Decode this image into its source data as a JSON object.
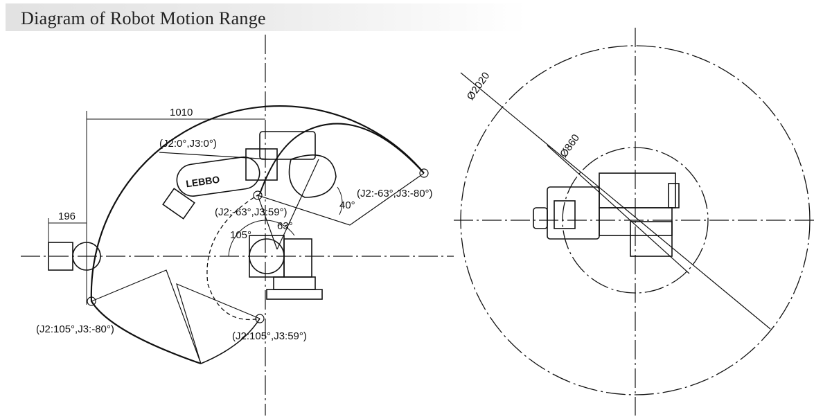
{
  "header": {
    "title": "Diagram of Robot Motion Range"
  },
  "side_view": {
    "dim_reach": "1010",
    "dim_offset": "196",
    "pose_home": "(J2:0°,J3:0°)",
    "pose_a": "(J2:-63°,J3:-80°)",
    "pose_b": "(J2:-63°,J3:59°)",
    "pose_c": "(J2:105°,J3:-80°)",
    "pose_d": "(J2:105°,J3:59°)",
    "angle_j2_back": "105°",
    "angle_j2_fwd": "63°",
    "angle_j3": "40°",
    "logo": "LEBBO"
  },
  "top_view": {
    "outer_diameter": "Ø2020",
    "inner_diameter": "Ø860"
  }
}
